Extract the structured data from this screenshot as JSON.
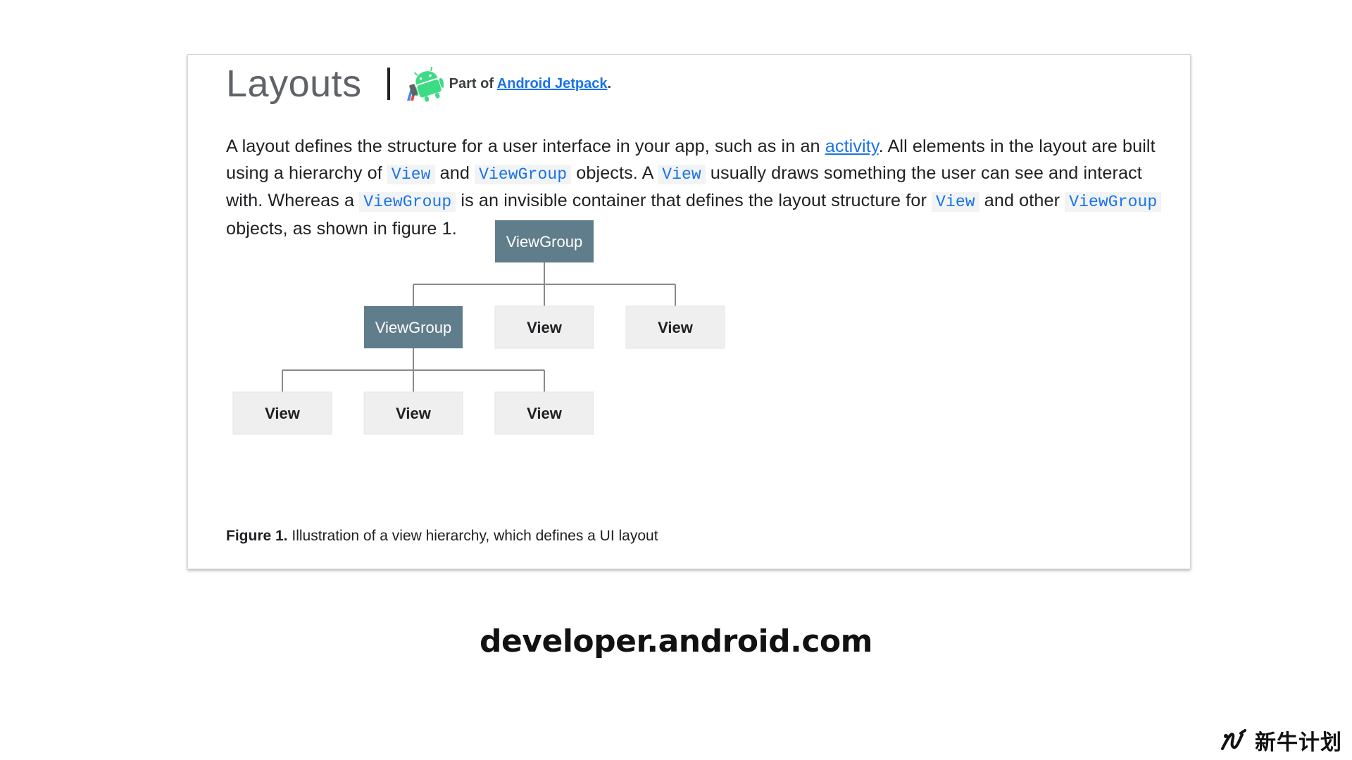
{
  "doc": {
    "title": "Layouts",
    "jetpack": {
      "prefix": "Part of ",
      "link": "Android Jetpack",
      "suffix": "."
    },
    "paragraph": [
      {
        "t": "text",
        "v": "A layout defines the structure for a user interface in your app, such as in an "
      },
      {
        "t": "link",
        "v": "activity"
      },
      {
        "t": "text",
        "v": ". All elements in the layout are built using a hierarchy of "
      },
      {
        "t": "code",
        "v": "View"
      },
      {
        "t": "text",
        "v": " and "
      },
      {
        "t": "code",
        "v": "ViewGroup"
      },
      {
        "t": "text",
        "v": " objects. A "
      },
      {
        "t": "code",
        "v": "View"
      },
      {
        "t": "text",
        "v": " usually draws something the user can see and interact with. Whereas a "
      },
      {
        "t": "code",
        "v": "ViewGroup"
      },
      {
        "t": "text",
        "v": " is an invisible container that defines the layout structure for "
      },
      {
        "t": "code",
        "v": "View"
      },
      {
        "t": "text",
        "v": " and other "
      },
      {
        "t": "code",
        "v": "ViewGroup"
      },
      {
        "t": "text",
        "v": " objects, as shown in figure 1."
      }
    ],
    "figure": {
      "nodes": [
        {
          "id": "root",
          "label": "ViewGroup",
          "kind": "group",
          "parent": null
        },
        {
          "id": "child-group",
          "label": "ViewGroup",
          "kind": "group",
          "parent": "root"
        },
        {
          "id": "child-view-1",
          "label": "View",
          "kind": "view",
          "parent": "root"
        },
        {
          "id": "child-view-2",
          "label": "View",
          "kind": "view",
          "parent": "root"
        },
        {
          "id": "leaf-view-1",
          "label": "View",
          "kind": "view",
          "parent": "child-group"
        },
        {
          "id": "leaf-view-2",
          "label": "View",
          "kind": "view",
          "parent": "child-group"
        },
        {
          "id": "leaf-view-3",
          "label": "View",
          "kind": "view",
          "parent": "child-group"
        }
      ],
      "caption_label": "Figure 1.",
      "caption_text": " Illustration of a view hierarchy, which defines a UI layout"
    }
  },
  "site": "developer.android.com",
  "brand": {
    "text": "新牛计划"
  },
  "colors": {
    "link": "#1a73e8",
    "group_box": "#607d8b",
    "view_box": "#efefef",
    "connector": "#8a8a8a"
  }
}
